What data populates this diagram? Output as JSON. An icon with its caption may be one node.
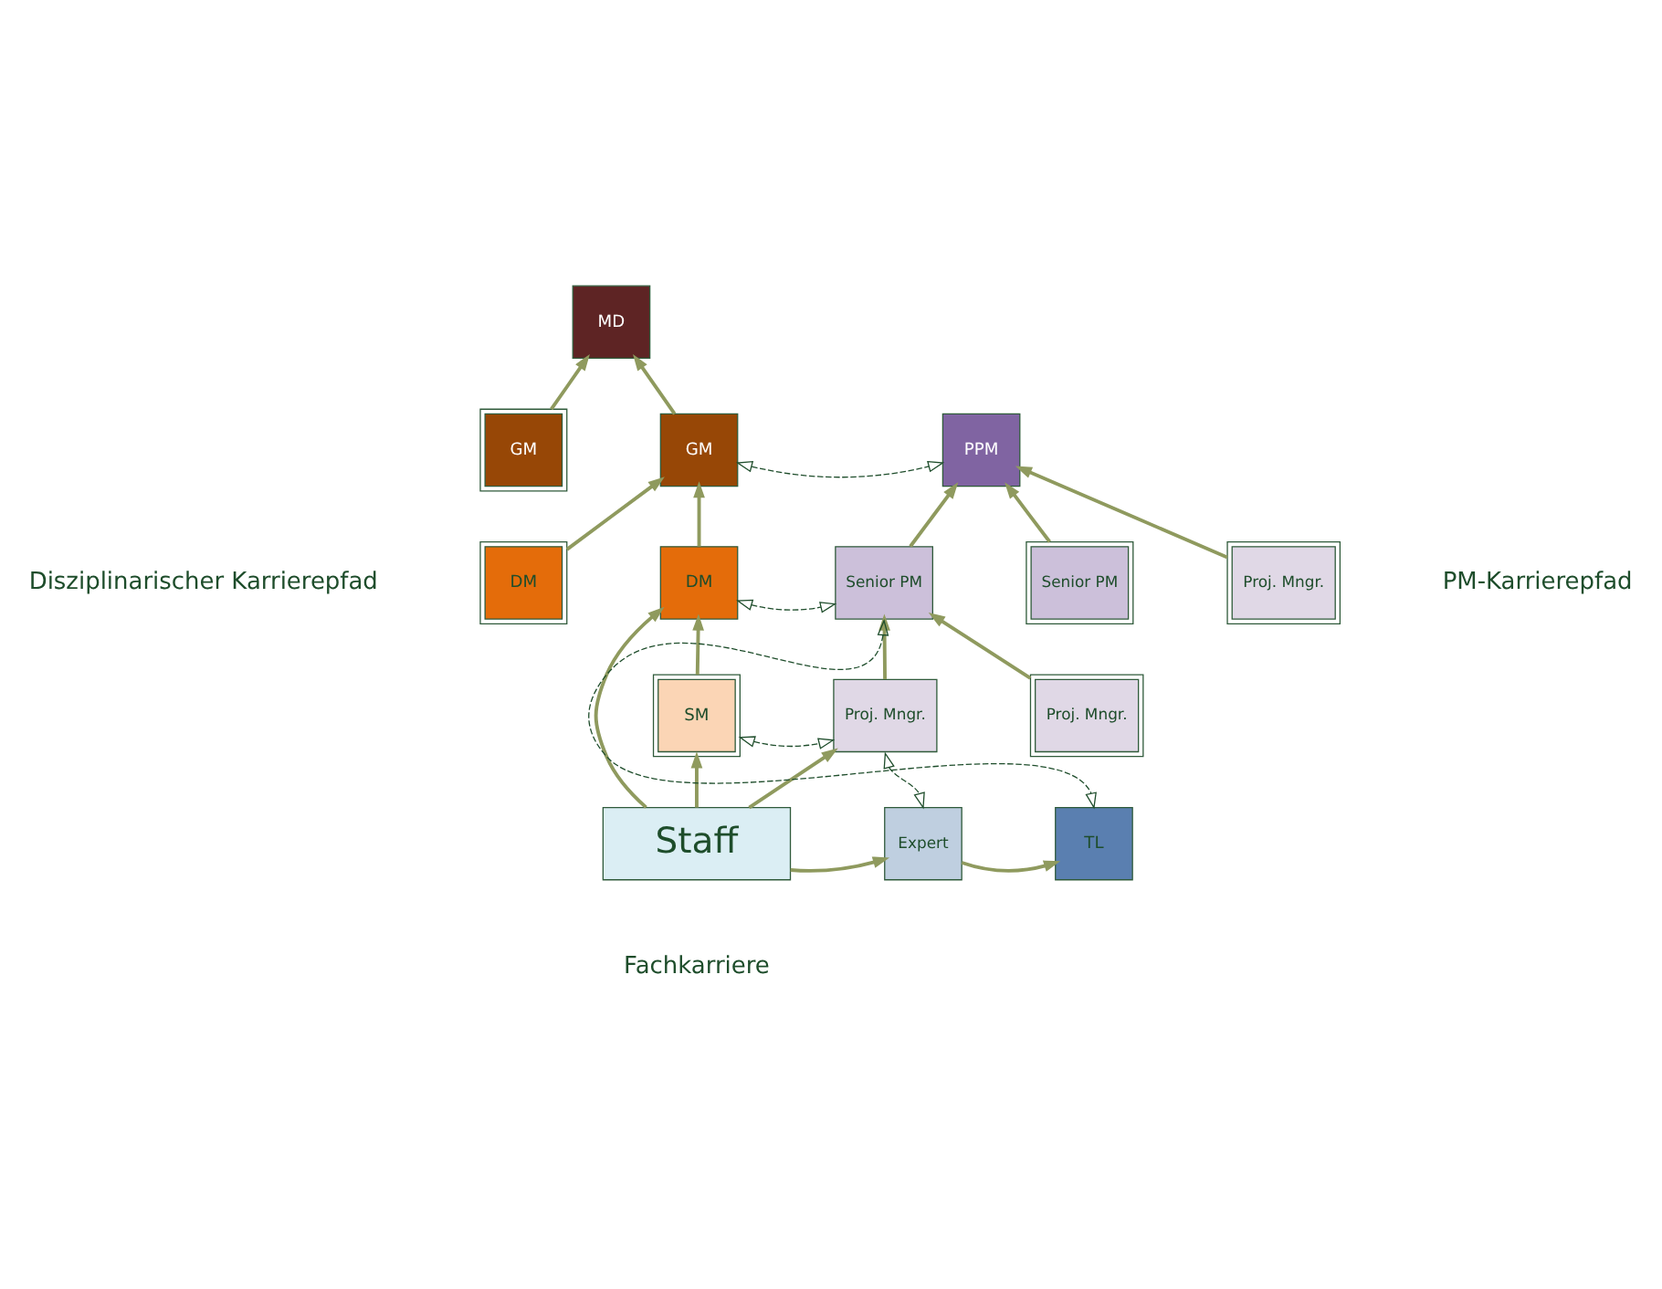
{
  "diagram": {
    "nodes": [
      {
        "text": [
          "MD"
        ]
      },
      {
        "text": [
          "GM"
        ]
      },
      {
        "text": [
          "GM"
        ]
      },
      {
        "text": [
          "DM"
        ]
      },
      {
        "text": [
          "DM"
        ]
      },
      {
        "text": [
          "SM"
        ]
      },
      {
        "text": [
          "Staff"
        ]
      },
      {
        "text": [
          "Proj. Mngr."
        ]
      },
      {
        "text": [
          "Expert"
        ]
      },
      {
        "text": [
          "TL"
        ]
      },
      {
        "text": [
          "Senior PM"
        ]
      },
      {
        "text": [
          "PPM"
        ]
      },
      {
        "text": [
          "Proj. Mngr."
        ]
      },
      {
        "text": [
          "Senior PM"
        ]
      },
      {
        "text": [
          "Proj. Mngr."
        ]
      }
    ],
    "edges": [
      {
        "from": 6,
        "to": 5,
        "arrow": "to"
      },
      {
        "from": 6,
        "to": 4,
        "arrow": "to"
      },
      {
        "from": 6,
        "to": 7,
        "arrow": "to"
      },
      {
        "from": 6,
        "to": 8,
        "arrow": "to"
      },
      {
        "from": 8,
        "to": 9,
        "arrow": "to"
      },
      {
        "from": 5,
        "to": 4,
        "arrow": "to"
      },
      {
        "from": 4,
        "to": 1,
        "arrow": "to"
      },
      {
        "from": 1,
        "to": 0,
        "arrow": "to"
      },
      {
        "from": 3,
        "to": 1,
        "arrow": "to"
      },
      {
        "from": 2,
        "to": 0,
        "arrow": "to"
      },
      {
        "from": 7,
        "to": 10,
        "arrow": "to"
      },
      {
        "from": 10,
        "to": 11,
        "arrow": "to"
      },
      {
        "from": 12,
        "to": 10,
        "arrow": "to"
      },
      {
        "from": 13,
        "to": 11,
        "arrow": "to"
      },
      {
        "from": 14,
        "to": 11,
        "arrow": "to"
      },
      {
        "from": 1,
        "to": 11,
        "arrow": "both",
        "style": "dashed",
        "color": "#1e4d2b"
      },
      {
        "from": 4,
        "to": 10,
        "arrow": "both",
        "style": "dashed",
        "color": "#1e4d2b"
      },
      {
        "from": 5,
        "to": 7,
        "arrow": "both",
        "style": "dashed",
        "color": "#1e4d2b"
      },
      {
        "from": 7,
        "to": 8,
        "arrow": "both",
        "style": "dashed",
        "color": "#1e4d2b"
      },
      {
        "from": 10,
        "to": 9,
        "arrow": "both",
        "style": "dashed",
        "color": "#1e4d2b"
      }
    ],
    "labels": [
      "Disziplinarischer Karrierepfad",
      "PM-Karrierepfad",
      "Fachkarriere"
    ]
  }
}
